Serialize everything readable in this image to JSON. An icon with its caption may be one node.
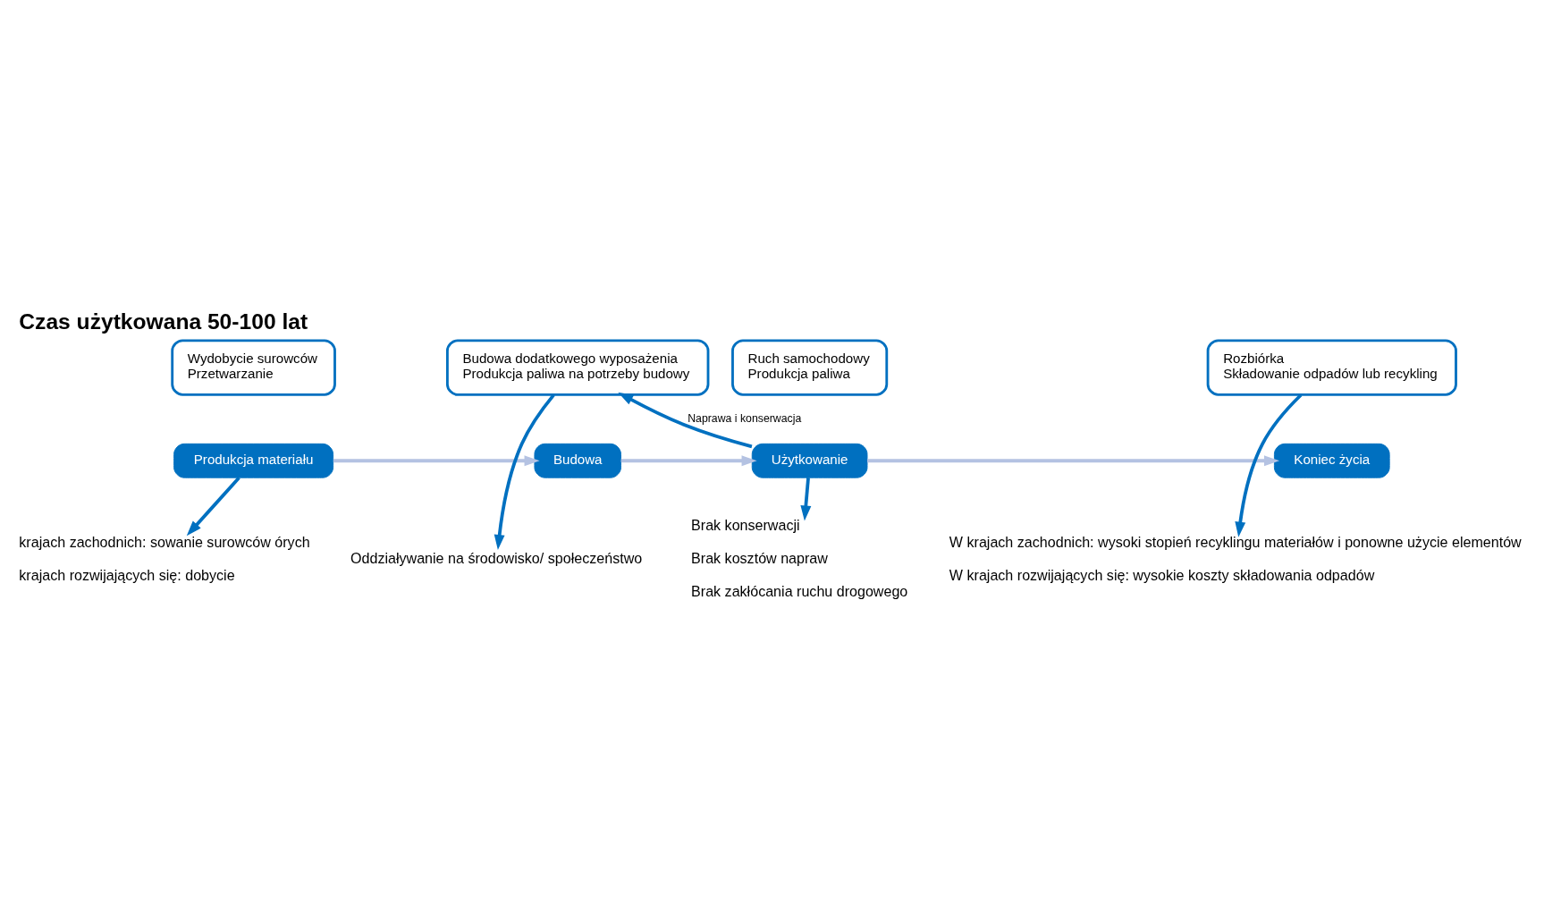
{
  "diagram": {
    "title": "Czas użytkowana 50-100 lat",
    "nodes": [
      {
        "text": [
          "Produkcja materiału"
        ]
      },
      {
        "text": [
          "Wydobycie surowców",
          "Przetwarzanie"
        ]
      },
      {
        "text": [
          "Budowa"
        ]
      },
      {
        "text": [
          "Budowa dodatkowego wyposażenia",
          "Produkcja paliwa na potrzeby budowy"
        ]
      },
      {
        "text": [
          "Użytkowanie"
        ]
      },
      {
        "text": [
          "Ruch samochodowy",
          "Produkcja paliwa"
        ]
      },
      {
        "text": [
          "Koniec życia"
        ]
      },
      {
        "text": [
          "Rozbiórka",
          "Składowanie odpadów lub recykling"
        ]
      },
      {
        "text": [
          "krajach zachodnich: sowanie surowców órych",
          "krajach rozwijających się: dobycie"
        ]
      },
      {
        "text": [
          "Oddziaływanie na środowisko/ społeczeństwo"
        ]
      },
      {
        "text": [
          "Brak konserwacji",
          "Brak kosztów napraw",
          "Brak zakłócania ruchu drogowego"
        ]
      },
      {
        "text": [
          "W krajach zachodnich: wysoki stopień recyklingu materiałów i ponowne użycie elementów",
          "W krajach rozwijających się: wysokie koszty składowania odpadów"
        ]
      }
    ],
    "edges": [
      {
        "from": 0,
        "to": 2,
        "arrow": "to",
        "color": "#b4c2e2"
      },
      {
        "from": 2,
        "to": 4,
        "arrow": "to",
        "color": "#b4c2e2"
      },
      {
        "from": 4,
        "to": 6,
        "arrow": "to",
        "color": "#b4c2e2"
      },
      {
        "from": 0,
        "to": 8,
        "arrow": "to",
        "color": "#0070c0"
      },
      {
        "from": 3,
        "to": 9,
        "arrow": "to",
        "color": "#0070c0"
      },
      {
        "from": 4,
        "to": 10,
        "arrow": "to",
        "color": "#0070c0"
      },
      {
        "from": 7,
        "to": 11,
        "arrow": "to",
        "color": "#0070c0"
      },
      {
        "from": 4,
        "to": 3,
        "arrow": "to",
        "label": "Naprawa i konserwacja",
        "color": "#0070c0"
      }
    ]
  }
}
